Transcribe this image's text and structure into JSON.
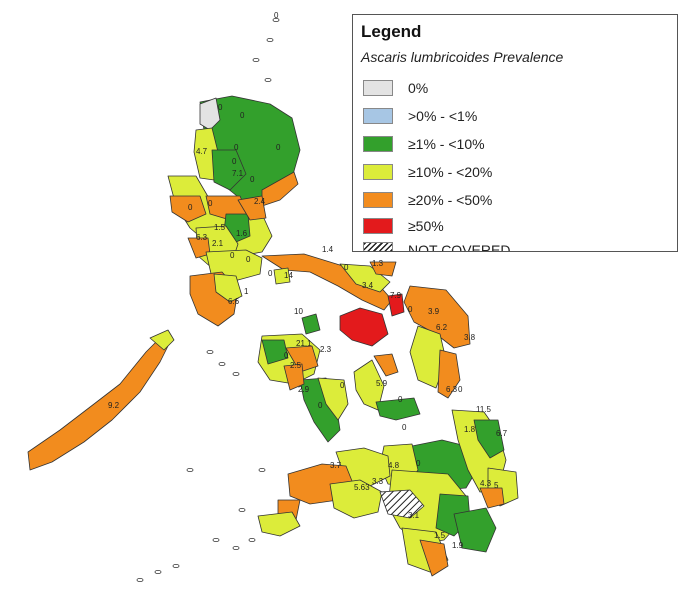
{
  "legend": {
    "title": "Legend",
    "subtitle": "Ascaris lumbricoides Prevalence",
    "items": [
      {
        "label": "0%",
        "color": "#e3e3e3"
      },
      {
        "label": ">0% - <1%",
        "color": "#a7c6e4"
      },
      {
        "label": "≥1% - <10%",
        "color": "#33a02c"
      },
      {
        "label": "≥10% - <20%",
        "color": "#dcec3a"
      },
      {
        "label": "≥20% - <50%",
        "color": "#f28c1e"
      },
      {
        "label": "≥50%",
        "color": "#e31a1c"
      },
      {
        "label": "NOT COVERED",
        "pattern": "hatch"
      }
    ]
  },
  "map_labels": [
    "0",
    "0",
    "4.7",
    "0",
    "0",
    "0",
    "7.1",
    "0",
    "0",
    "2.4",
    "0",
    "0",
    "1.5",
    "6.3",
    "2.1",
    "1.6",
    "0",
    "0",
    "1.4",
    "0",
    "1.3",
    "0",
    "14",
    "3.4",
    "7.9",
    "1",
    "6.6",
    "10",
    "3.9",
    "0",
    "6.2",
    "3.8",
    "21.1",
    "2.3",
    "0",
    "2.5",
    "0",
    "2.9",
    "0",
    "5.9",
    "0",
    "6.3",
    "9.2",
    "0",
    "11.5",
    "1.8",
    "6.7",
    "3.7",
    "4.8",
    "0",
    "5.63",
    "3.3",
    "4.3",
    "5",
    "3.1",
    "1.5",
    "1.9",
    "0"
  ]
}
